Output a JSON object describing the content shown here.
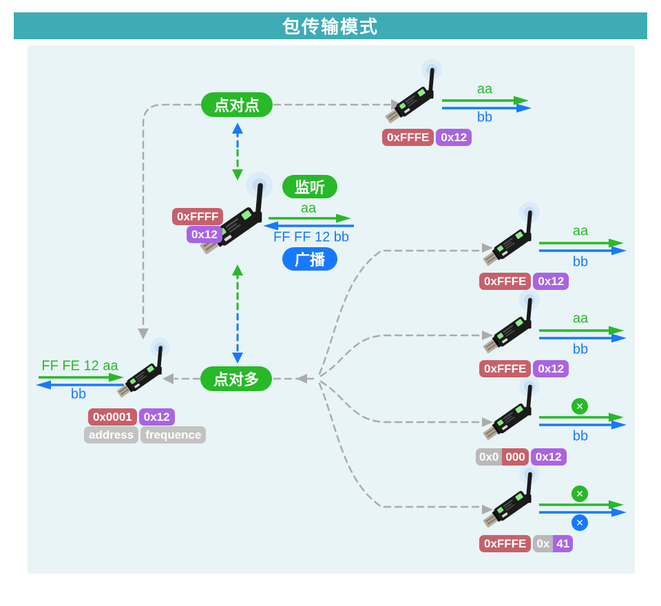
{
  "title": "包传输模式",
  "pills": {
    "p2p": "点对点",
    "listen": "监听",
    "broadcast": "广播",
    "p2m": "点对多"
  },
  "flows": {
    "aa": "aa",
    "bb": "bb",
    "unicast_frame": "FF FE 12 aa",
    "broadcast_frame": "FF FF 12 bb"
  },
  "icons": {
    "cross": "✕"
  },
  "devices": {
    "top": {
      "address": "0xFFFE",
      "channel": "0x12"
    },
    "center": {
      "address": "0xFFFF",
      "channel": "0x12"
    },
    "left": {
      "address": "0x0001",
      "channel": "0x12",
      "address_caption": "address",
      "channel_caption": "frequence"
    },
    "right1": {
      "address": "0xFFFE",
      "channel": "0x12"
    },
    "right2": {
      "address": "0xFFFE",
      "channel": "0x12"
    },
    "right3": {
      "address_a": "0x0",
      "address_b": "000",
      "channel": "0x12"
    },
    "right4": {
      "address": "0xFFFE",
      "channel_a": "0x",
      "channel_b": "41"
    }
  },
  "colors": {
    "header_teal": "#3dacb5",
    "panel_bg": "#e8f4f6",
    "green": "#27b927",
    "blue": "#1779ff",
    "red_badge": "#c7606a",
    "purple_badge": "#a964e2",
    "gray_badge": "#c3c3c3",
    "dash_gray": "#ababab"
  }
}
